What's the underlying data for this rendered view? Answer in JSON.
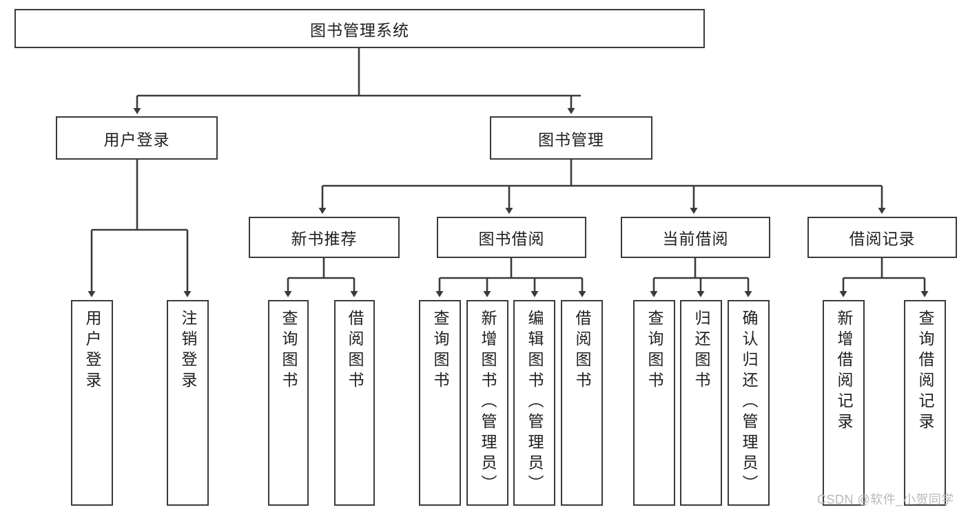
{
  "diagram": {
    "title": "图书管理系统",
    "watermark": "CSDN @软件_小贺同学",
    "colors": {
      "stroke": "#3a3a3a",
      "fill": "#ffffff",
      "text": "#1f1f1f",
      "watermark": "#b9b9b9"
    },
    "root": {
      "label": "图书管理系统"
    },
    "level2": [
      {
        "label": "用户登录"
      },
      {
        "label": "图书管理"
      }
    ],
    "level3": [
      {
        "label": "新书推荐"
      },
      {
        "label": "图书借阅"
      },
      {
        "label": "当前借阅"
      },
      {
        "label": "借阅记录"
      }
    ],
    "leaves": [
      {
        "label": "用户登录",
        "parent": "用户登录"
      },
      {
        "label": "注销登录",
        "parent": "用户登录"
      },
      {
        "label": "查询图书",
        "parent": "新书推荐"
      },
      {
        "label": "借阅图书",
        "parent": "新书推荐"
      },
      {
        "label": "查询图书",
        "parent": "图书借阅"
      },
      {
        "label": "新增图书（管理员）",
        "parent": "图书借阅"
      },
      {
        "label": "编辑图书（管理员）",
        "parent": "图书借阅"
      },
      {
        "label": "借阅图书",
        "parent": "图书借阅"
      },
      {
        "label": "查询图书",
        "parent": "当前借阅"
      },
      {
        "label": "归还图书",
        "parent": "当前借阅"
      },
      {
        "label": "确认归还（管理员）",
        "parent": "当前借阅"
      },
      {
        "label": "新增借阅记录",
        "parent": "借阅记录"
      },
      {
        "label": "查询借阅记录",
        "parent": "借阅记录"
      }
    ]
  }
}
